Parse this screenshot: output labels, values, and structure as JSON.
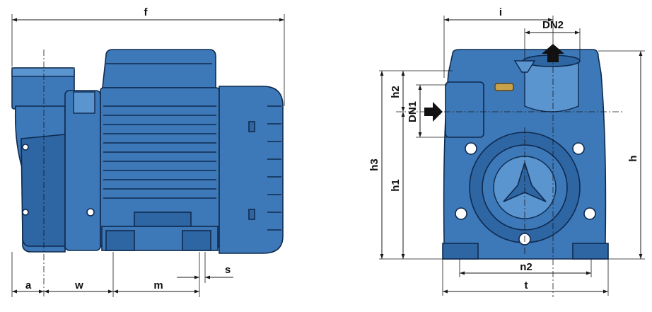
{
  "labels": {
    "f": "f",
    "a": "a",
    "w": "w",
    "m": "m",
    "s": "s",
    "i": "i",
    "dn2": "DN2",
    "dn1": "DN1",
    "h2": "h2",
    "h3": "h3",
    "h1": "h1",
    "h": "h",
    "n2": "n2",
    "t": "t"
  },
  "colors": {
    "pump_body": "#3d79b8",
    "pump_outline": "#0f2a4f",
    "dimension_line": "#1a1a1a",
    "brass_plug": "#c8a24a"
  }
}
